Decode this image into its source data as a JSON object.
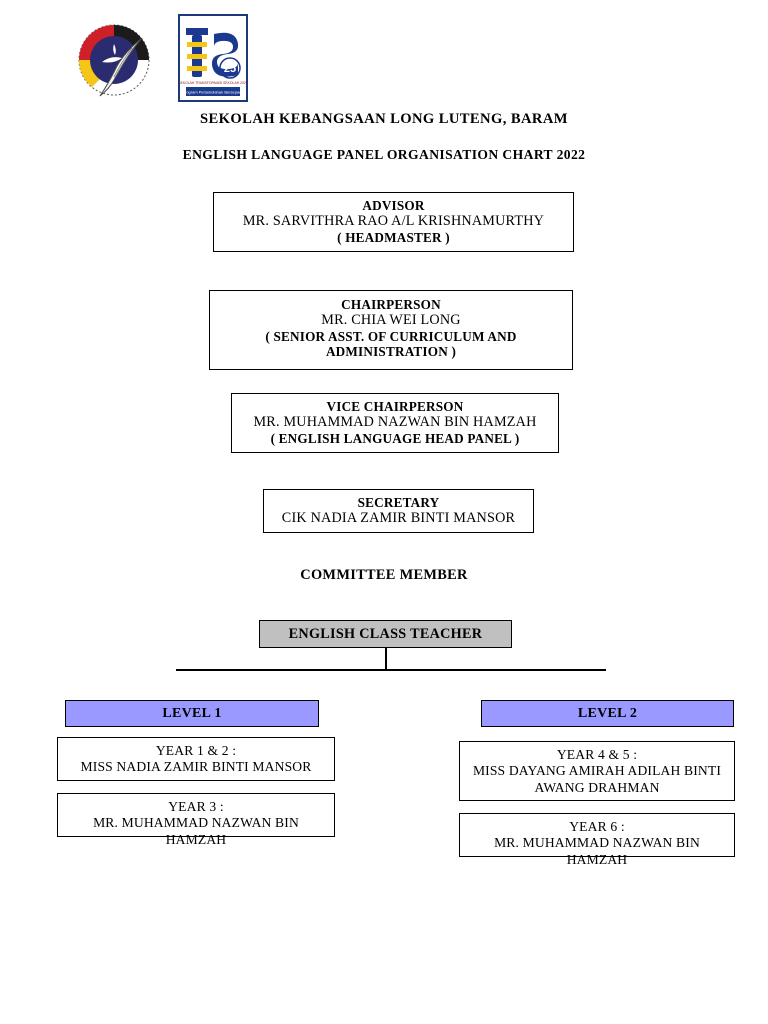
{
  "header": {
    "logo_school_name": "school-crest-logo",
    "logo_ts25_name": "ts25-program-logo",
    "title_line1": "SEKOLAH KEBANGSAAN LONG LUTENG, BARAM",
    "title_line2": "ENGLISH LANGUAGE PANEL ORGANISATION CHART 2022"
  },
  "chart": {
    "advisor": {
      "role": "ADVISOR",
      "person": "MR. SARVITHRA RAO A/L KRISHNAMURTHY",
      "sub": "( HEADMASTER )"
    },
    "chairperson": {
      "role": "CHAIRPERSON",
      "person": "MR. CHIA WEI LONG",
      "sub_line1": "( SENIOR ASST. OF CURRICULUM AND",
      "sub_line2": "ADMINISTRATION )"
    },
    "vice_chairperson": {
      "role": "VICE CHAIRPERSON",
      "person": "MR. MUHAMMAD NAZWAN BIN HAMZAH",
      "sub": "( ENGLISH LANGUAGE HEAD PANEL )"
    },
    "secretary": {
      "role": "SECRETARY",
      "person": "CIK NADIA ZAMIR BINTI MANSOR"
    },
    "committee_heading": "COMMITTEE MEMBER",
    "class_teacher_label": "ENGLISH CLASS TEACHER",
    "levels": [
      {
        "header": "LEVEL 1",
        "entries": [
          {
            "year": "YEAR 1 & 2 :",
            "teacher": "MISS NADIA ZAMIR BINTI MANSOR"
          },
          {
            "year": "YEAR 3 :",
            "teacher": "MR. MUHAMMAD NAZWAN BIN HAMZAH"
          }
        ]
      },
      {
        "header": "LEVEL 2",
        "entries": [
          {
            "year": "YEAR 4 & 5 :",
            "teacher_line1": "MISS DAYANG AMIRAH ADILAH BINTI",
            "teacher_line2": "AWANG DRAHMAN"
          },
          {
            "year": "YEAR 6 :",
            "teacher": "MR. MUHAMMAD NAZWAN BIN HAMZAH"
          }
        ]
      }
    ]
  },
  "colors": {
    "level_header_fill": "#9999FF",
    "class_teacher_fill": "#C0C0C0",
    "border": "#000000",
    "page_background": "#FFFFFF"
  }
}
